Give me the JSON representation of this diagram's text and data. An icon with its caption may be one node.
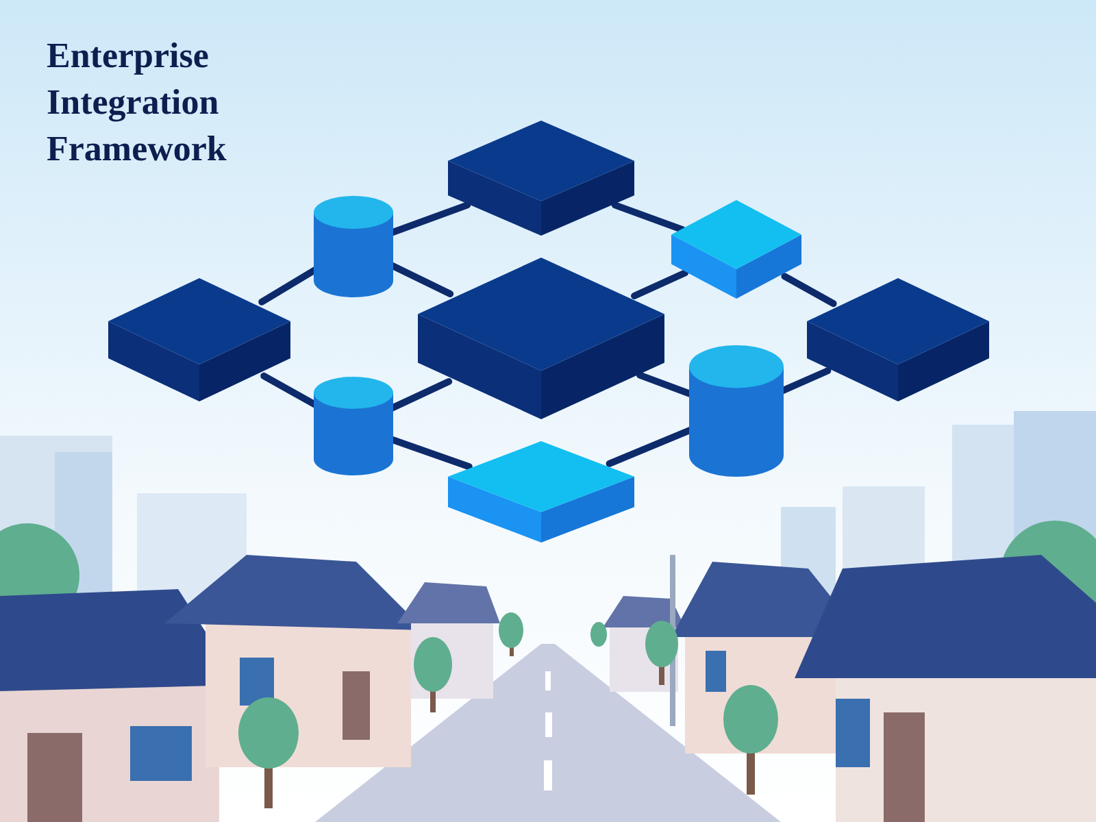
{
  "diagram": {
    "title": "Enterprise Integration Framework",
    "nodes": [
      {
        "text": [],
        "shape": "box"
      },
      {
        "text": [],
        "shape": "cylinder"
      },
      {
        "text": [],
        "shape": "box"
      },
      {
        "text": [],
        "shape": "box"
      },
      {
        "text": [],
        "shape": "box"
      },
      {
        "text": [],
        "shape": "box"
      },
      {
        "text": [],
        "shape": "cylinder"
      },
      {
        "text": [],
        "shape": "cylinder"
      },
      {
        "text": [],
        "shape": "box"
      }
    ],
    "edges": [
      {
        "from": 1,
        "to": 0,
        "arrow": "none"
      },
      {
        "from": 0,
        "to": 2,
        "arrow": "none"
      },
      {
        "from": 3,
        "to": 1,
        "arrow": "none"
      },
      {
        "from": 1,
        "to": 4,
        "arrow": "none"
      },
      {
        "from": 4,
        "to": 2,
        "arrow": "none"
      },
      {
        "from": 2,
        "to": 5,
        "arrow": "none"
      },
      {
        "from": 3,
        "to": 6,
        "arrow": "none"
      },
      {
        "from": 6,
        "to": 4,
        "arrow": "none"
      },
      {
        "from": 4,
        "to": 7,
        "arrow": "none"
      },
      {
        "from": 5,
        "to": 7,
        "arrow": "none"
      },
      {
        "from": 6,
        "to": 8,
        "arrow": "none"
      },
      {
        "from": 8,
        "to": 7,
        "arrow": "none"
      }
    ]
  }
}
